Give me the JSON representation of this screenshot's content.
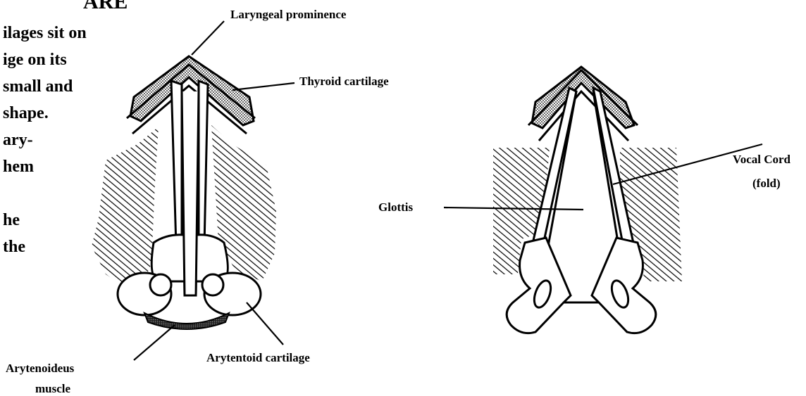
{
  "body_text": {
    "heading_fragment": "ARE",
    "lines": [
      "ilages sit on",
      "ige on its",
      "small and",
      "shape.",
      "ary-",
      "hem",
      "",
      "he",
      "the"
    ]
  },
  "labels": {
    "laryngeal_prominence": "Laryngeal prominence",
    "thyroid_cartilage": "Thyroid cartilage",
    "arytenoideus_line1": "Arytenoideus",
    "arytenoideus_line2": "muscle",
    "arytenoid_cartilage": "Arytentoid cartilage",
    "glottis": "Glottis",
    "vocal_cord_line1": "Vocal Cord",
    "vocal_cord_line2": "(fold)"
  },
  "colors": {
    "ink": "#000000",
    "background": "#ffffff"
  }
}
